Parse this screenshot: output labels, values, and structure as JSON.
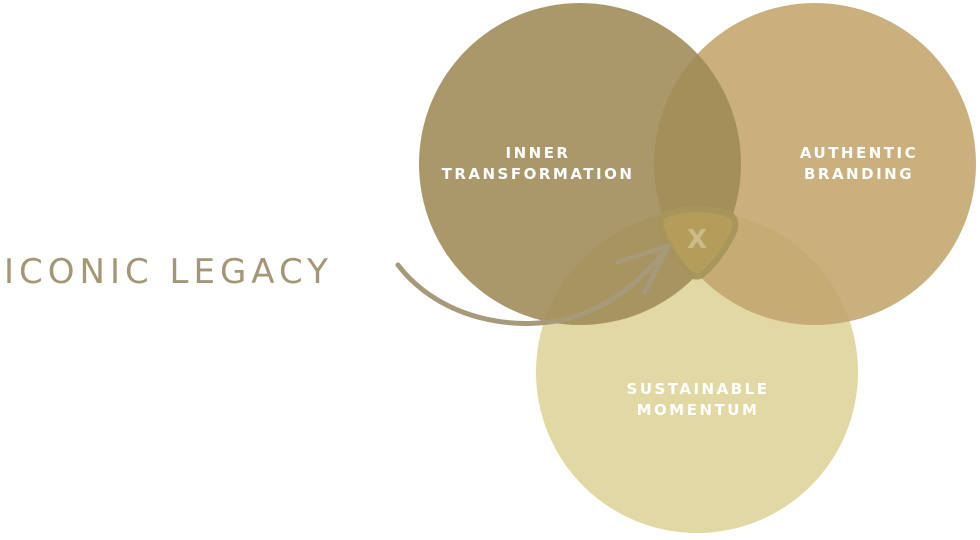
{
  "title": "ICONIC LEGACY",
  "center_mark": "X",
  "circles": [
    {
      "id": "inner",
      "lines": [
        "INNER",
        "TRANSFORMATION"
      ],
      "color": "#9e8a57"
    },
    {
      "id": "authentic",
      "lines": [
        "AUTHENTIC",
        "BRANDING"
      ],
      "color": "#c3a76f"
    },
    {
      "id": "sustainable",
      "lines": [
        "SUSTAINABLE",
        "MOMENTUM"
      ],
      "color": "#dfd59b"
    }
  ],
  "colors": {
    "arrow": "#a79a7a",
    "center": "#b59d5a",
    "center_border": "#a8955c"
  }
}
